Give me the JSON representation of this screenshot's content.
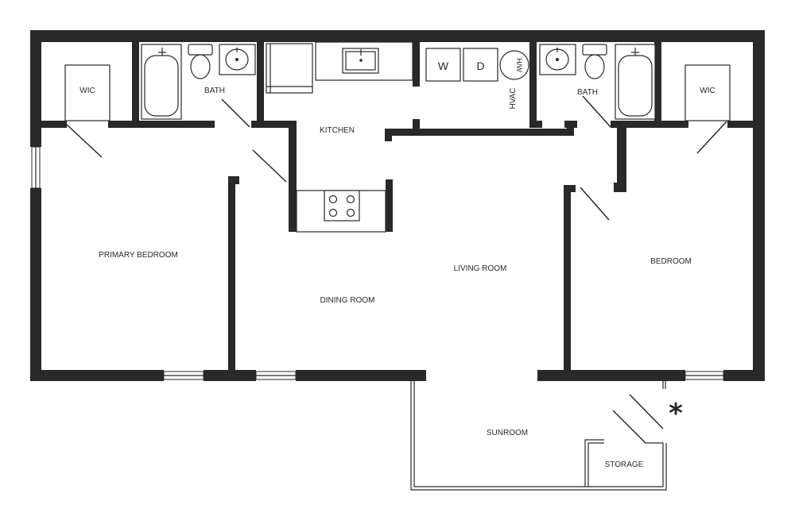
{
  "rooms": {
    "wic_left": "WIC",
    "bath_left": "BATH",
    "kitchen": "KITCHEN",
    "bath_right": "BATH",
    "wic_right": "WIC",
    "primary_bedroom": "PRIMARY BEDROOM",
    "living_room": "LIVING ROOM",
    "dining_room": "DINING ROOM",
    "bedroom": "BEDROOM",
    "sunroom": "SUNROOM",
    "storage": "STORAGE",
    "hvac": "HVAC"
  },
  "appliances": {
    "washer": "W",
    "dryer": "D",
    "water_heater": "H/W"
  },
  "marker": "*",
  "colors": {
    "wall": "#272a29",
    "background": "#ffffff"
  }
}
